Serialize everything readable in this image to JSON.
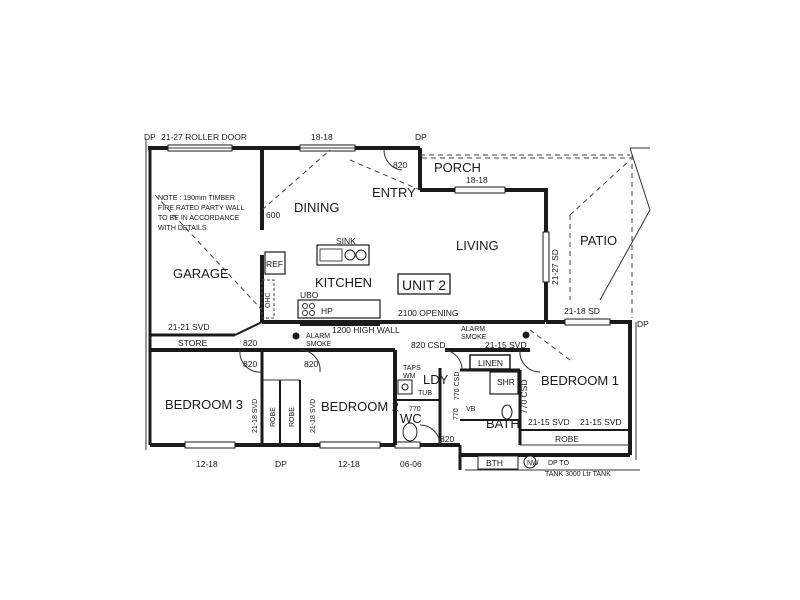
{
  "plan": {
    "unit_label": "UNIT 2",
    "note": [
      "NOTE : 190mm TIMBER",
      "FIRE RATED PARTY WALL",
      "TO BE IN ACCORDANCE",
      "WITH DETAILS"
    ],
    "rooms": {
      "garage": "GARAGE",
      "dining": "DINING",
      "kitchen": "KITCHEN",
      "living": "LIVING",
      "entry": "ENTRY",
      "porch": "PORCH",
      "patio": "PATIO",
      "bedroom1": "BEDROOM 1",
      "bedroom2": "BEDROOM 2",
      "bedroom3": "BEDROOM 3",
      "bath": "BATH",
      "ldy": "LDY",
      "wc": "WC",
      "store": "STORE",
      "linen": "LINEN",
      "robe": "ROBE",
      "shr": "SHR",
      "vb": "VB",
      "bth": "BTH"
    },
    "labels": {
      "dp": "DP",
      "roller_door": "21-27 ROLLER DOOR",
      "w_18_18": "18-18",
      "d_820": "820",
      "d_600": "600",
      "sink": "SINK",
      "ref": "REF",
      "ohc": "OHC",
      "ubo": "UBO",
      "hp": "HP",
      "sd_21_27": "21-27 SD",
      "sd_21_18": "21-18 SD",
      "opening_2100": "2100 OPENING",
      "wall_1200": "1200 HIGH WALL",
      "svd_21_21": "21-21 SVD",
      "svd_21_18": "21-18 SVD",
      "svd_21_15": "21-15 SVD",
      "csd_820": "820 CSD",
      "csd_770": "770 CSD",
      "d_770": "770",
      "alarm": "ALARM",
      "smoke": "SMOKE",
      "taps": "TAPS",
      "wm": "WM",
      "tub": "TUB",
      "w_12_18": "12-18",
      "w_06_06": "06-06",
      "tank": "TANK  3000 Ltr TANK",
      "dp_to": "DP TO",
      "nw": "NW"
    }
  }
}
